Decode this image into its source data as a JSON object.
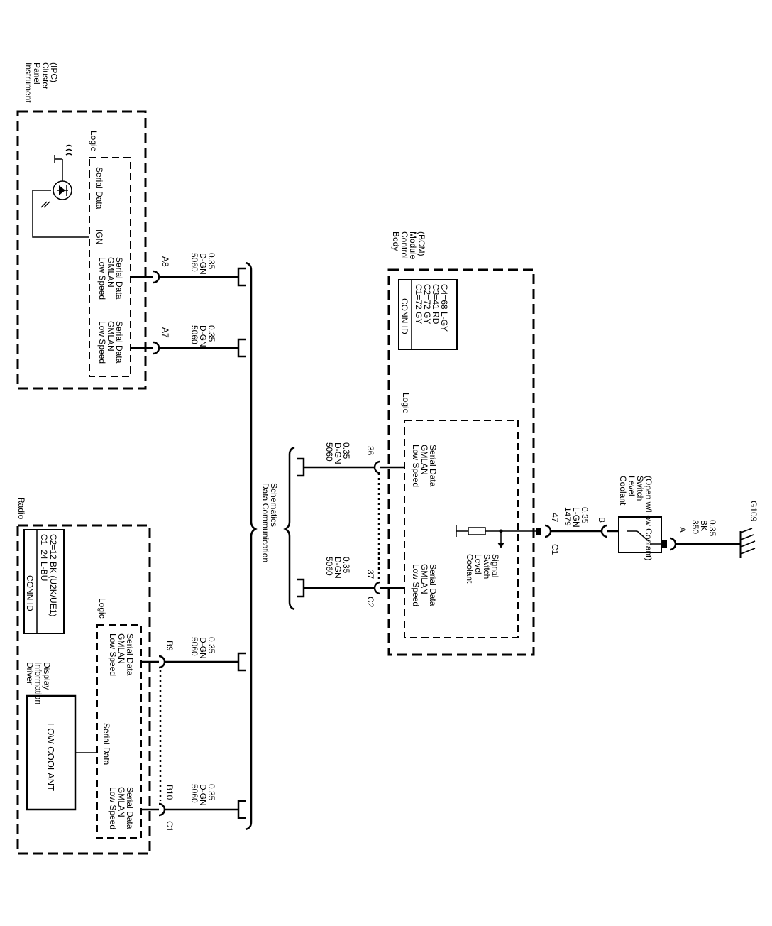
{
  "ipc": {
    "title": [
      "Instrument",
      "Panel",
      "Cluster",
      "(IPC)"
    ],
    "logic_label": "Logic",
    "serial_data": "Serial Data",
    "ign": "IGN",
    "low_speed_a8": [
      "Low Speed",
      "GMLAN",
      "Serial Data"
    ],
    "low_speed_a7": [
      "Low Speed",
      "GMLAN",
      "Serial Data"
    ],
    "pin_a8": "A8",
    "pin_a7": "A7",
    "wire_a8": [
      "5060",
      "D-GN",
      "0.35"
    ],
    "wire_a7": [
      "5060",
      "D-GN",
      "0.35"
    ]
  },
  "radio": {
    "title": "Radio",
    "conn_id_header": "CONN ID",
    "conn_rows": [
      "C1=24 L-BU",
      "C2=12 BK (U2K/UE1)"
    ],
    "did_title": [
      "Driver",
      "Information",
      "Display"
    ],
    "display_text": "LOW COOLANT",
    "serial_data": "Serial Data",
    "logic_label": "Logic",
    "low_speed_b9": [
      "Low Speed",
      "GMLAN",
      "Serial Data"
    ],
    "low_speed_b10": [
      "Low Speed",
      "GMLAN",
      "Serial Data"
    ],
    "pin_b9": "B9",
    "pin_b10": "B10",
    "connector_c1": "C1",
    "wire_b9": [
      "5060",
      "D-GN",
      "0.35"
    ],
    "wire_b10": [
      "5060",
      "D-GN",
      "0.35"
    ]
  },
  "data_comm": [
    "Data Communication",
    "Schematics"
  ],
  "bcm": {
    "title": [
      "Body",
      "Control",
      "Module",
      "(BCM)"
    ],
    "conn_id_header": "CONN ID",
    "conn_rows": [
      "C1=72 GY",
      "C2=72 GY",
      "C3=41 RD",
      "C4=68 L-GY"
    ],
    "logic_label": "Logic",
    "low_speed_36": [
      "Low Speed",
      "GMLAN",
      "Serial Data"
    ],
    "low_speed_37": [
      "Low Speed",
      "GMLAN",
      "Serial Data"
    ],
    "pin_36": "36",
    "pin_37": "37",
    "connector_c2": "C2",
    "wire_36": [
      "5060",
      "D-GN",
      "0.35"
    ],
    "wire_37": [
      "5060",
      "D-GN",
      "0.35"
    ],
    "coolant_signal": [
      "Coolant",
      "Level",
      "Switch",
      "Signal"
    ],
    "connector_c1": "C1",
    "pin_47": "47"
  },
  "coolant_wire": [
    "1479",
    "L-GN",
    "0.35"
  ],
  "switch": {
    "title": [
      "Coolant",
      "Level",
      "Switch",
      "(Open w/Low Coolant)"
    ],
    "pin_b": "B",
    "pin_a": "A"
  },
  "ground_wire": [
    "350",
    "BK",
    "0.35"
  ],
  "ground_label": "G109"
}
